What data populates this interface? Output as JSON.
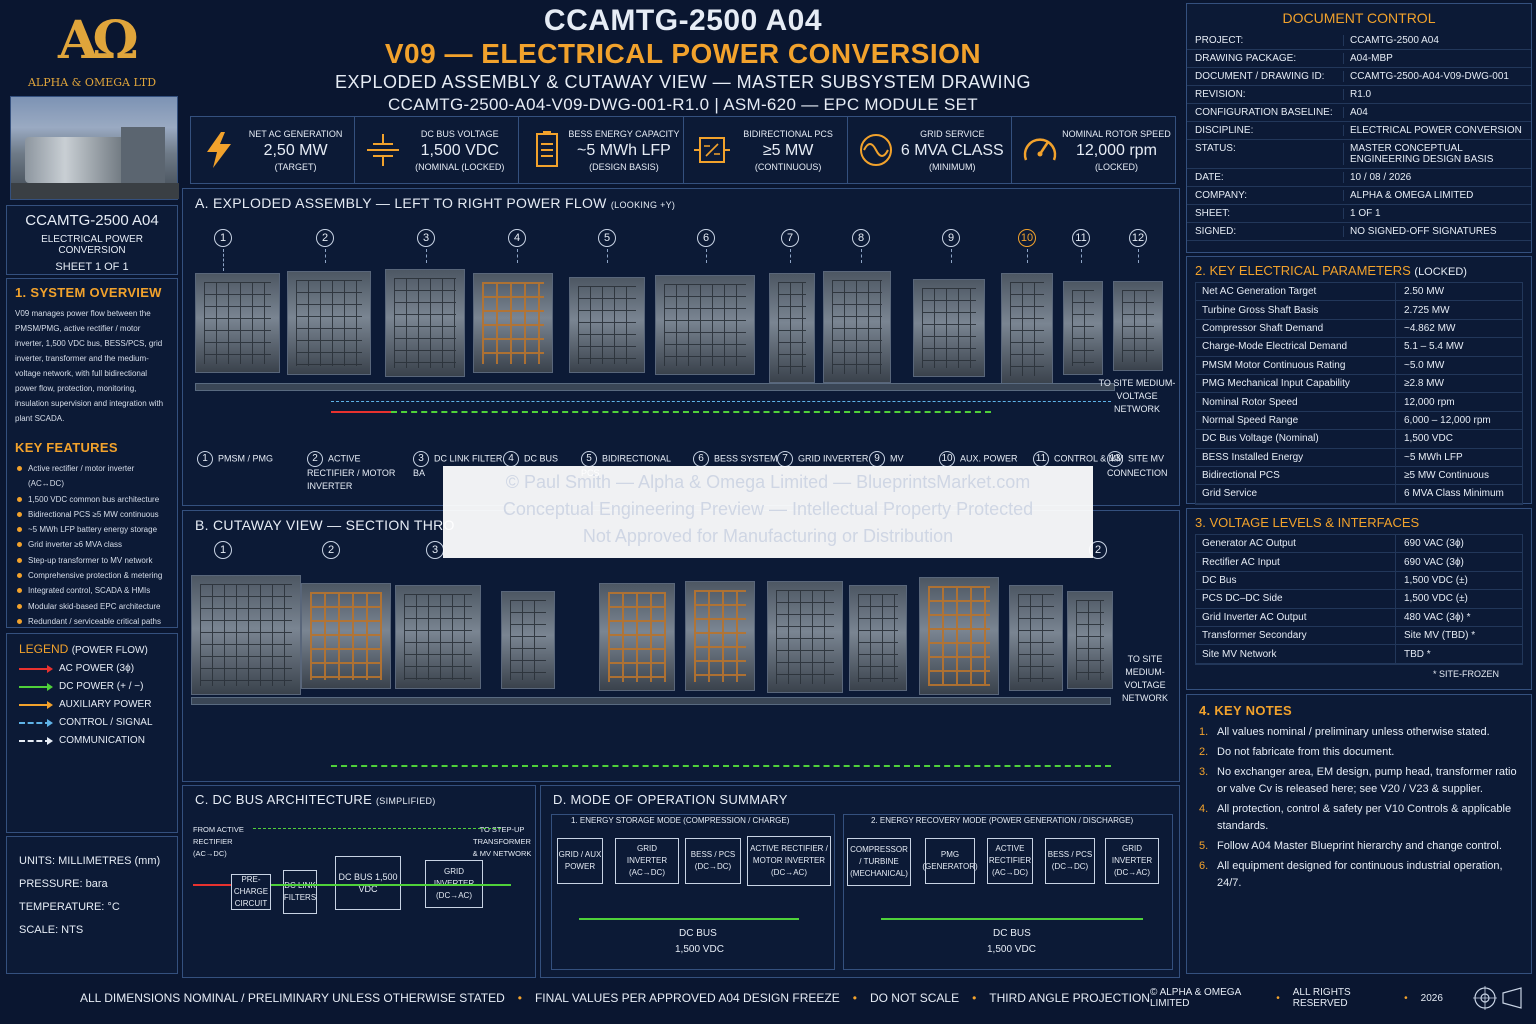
{
  "brand": {
    "logo_mark": "AΩ",
    "company": "ALPHA & OMEGA LTD",
    "model": "CCAMTG-2500 A04",
    "discipline": "ELECTRICAL POWER CONVERSION",
    "sheet": "SHEET 1 OF 1"
  },
  "header": {
    "title": "CCAMTG-2500 A04",
    "subtitle": "V09 — ELECTRICAL POWER CONVERSION",
    "line3": "EXPLODED ASSEMBLY & CUTAWAY VIEW — MASTER SUBSYSTEM DRAWING",
    "line4": "CCAMTG-2500-A04-V09-DWG-001-R1.0  |  ASM-620 — EPC MODULE SET"
  },
  "kpis": [
    {
      "label": "NET AC GENERATION",
      "value": "2,50 MW",
      "sub": "(TARGET)",
      "icon": "lightning-icon"
    },
    {
      "label": "DC BUS VOLTAGE",
      "value": "1,500 VDC",
      "sub": "(NOMINAL (LOCKED)",
      "icon": "dc-bus-icon"
    },
    {
      "label": "BESS ENERGY CAPACITY",
      "value": "~5 MWh LFP",
      "sub": "(DESIGN BASIS)",
      "icon": "battery-icon"
    },
    {
      "label": "BIDIRECTIONAL PCS",
      "value": "≥5 MW",
      "sub": "(CONTINUOUS)",
      "icon": "pcs-icon"
    },
    {
      "label": "GRID SERVICE",
      "value": "6 MVA CLASS",
      "sub": "(MINIMUM)",
      "icon": "sine-wave-icon"
    },
    {
      "label": "NOMINAL ROTOR SPEED",
      "value": "12,000 rpm",
      "sub": "(LOCKED)",
      "icon": "gauge-icon"
    }
  ],
  "overview": {
    "title": "1. SYSTEM OVERVIEW",
    "text": "V09 manages power flow between the PMSM/PMG, active rectifier / motor inverter, 1,500 VDC bus, BESS/PCS, grid inverter, transformer and the medium-voltage network, with full bidirectional power flow, protection, monitoring, insulation supervision and integration with plant SCADA.",
    "features_title": "KEY FEATURES",
    "features": [
      "Active rectifier / motor inverter (AC↔DC)",
      "1,500 VDC common bus architecture",
      "Bidirectional PCS ≥5 MW continuous",
      "~5 MWh LFP battery energy storage",
      "Grid inverter ≥6 MVA class",
      "Step-up transformer to MV network",
      "Comprehensive protection & metering",
      "Integrated control, SCADA & HMIs",
      "Modular skid-based EPC architecture",
      "Redundant / serviceable critical paths"
    ]
  },
  "legend": {
    "title": "LEGEND",
    "title_sub": "(POWER FLOW)",
    "items": [
      {
        "label": "AC POWER (3ϕ)",
        "color": "#e8322f",
        "style": "solid"
      },
      {
        "label": "DC POWER (+ / −)",
        "color": "#4fd13a",
        "style": "solid"
      },
      {
        "label": "AUXILIARY POWER",
        "color": "#f2a22c",
        "style": "solid"
      },
      {
        "label": "CONTROL / SIGNAL",
        "color": "#5fb3e8",
        "style": "dashed"
      },
      {
        "label": "COMMUNICATION",
        "color": "#e6ecf5",
        "style": "dashed"
      }
    ]
  },
  "units": {
    "units": "UNITS:  MILLIMETRES (mm)",
    "pressure": "PRESSURE:  bara",
    "temperature": "TEMPERATURE:  °C",
    "scale": "SCALE:  NTS"
  },
  "section_a": {
    "title": "A. EXPLODED ASSEMBLY — LEFT TO RIGHT POWER FLOW",
    "title_sub": "(LOOKING +Y)",
    "numbers": [
      "1",
      "2",
      "3",
      "4",
      "5",
      "6",
      "7",
      "8",
      "9",
      "10",
      "11",
      "12"
    ],
    "labels": [
      {
        "n": "1",
        "text": "PMSM / PMG"
      },
      {
        "n": "2",
        "text": "ACTIVE RECTIFIER / MOTOR INVERTER"
      },
      {
        "n": "3",
        "text": "DC LINK FILTER BA"
      },
      {
        "n": "4",
        "text": "DC BUS"
      },
      {
        "n": "5",
        "text": "BIDIRECTIONAL PCS"
      },
      {
        "n": "6",
        "text": "BESS SYSTEM"
      },
      {
        "n": "7",
        "text": "GRID INVERTER"
      },
      {
        "n": "9",
        "text": "MV"
      },
      {
        "n": "10",
        "text": "AUX. POWER"
      },
      {
        "n": "11",
        "text": "CONTROL & MM"
      },
      {
        "n": "13",
        "text": "SITE MV CONNECTION"
      }
    ],
    "site_label": "TO SITE MEDIUM-VOLTAGE NETWORK"
  },
  "section_b": {
    "title": "B. CUTAWAY VIEW — SECTION THRO",
    "numbers": [
      "1",
      "2",
      "3",
      "2"
    ],
    "site_label": "TO SITE MEDIUM-VOLTAGE NETWORK"
  },
  "section_c": {
    "title": "C. DC BUS ARCHITECTURE",
    "title_sub": "(SIMPLIFIED)",
    "from_label": "FROM ACTIVE RECTIFIER (AC→DC)",
    "to_label": "TO STEP-UP TRANSFORMER & MV NETWORK",
    "boxes": [
      "PRE-CHARGE CIRCUIT",
      "DC LINK FILTERS",
      "DC BUS 1,500 VDC",
      "GRID INVERTER (DC→AC)"
    ]
  },
  "section_d": {
    "title": "D. MODE OF OPERATION SUMMARY",
    "mode1": {
      "title": "1. ENERGY STORAGE MODE (COMPRESSION / CHARGE)",
      "boxes": [
        "GRID / AUX POWER",
        "GRID INVERTER (AC→DC)",
        "BESS / PCS (DC→DC)",
        "ACTIVE RECTIFIER / MOTOR INVERTER (DC→AC)"
      ],
      "bus": "DC BUS",
      "bus_v": "1,500 VDC"
    },
    "mode2": {
      "title": "2. ENERGY RECOVERY MODE (POWER GENERATION / DISCHARGE)",
      "boxes": [
        "COMPRESSOR / TURBINE (MECHANICAL)",
        "PMG (GENERATOR)",
        "ACTIVE RECTIFIER (AC→DC)",
        "BESS / PCS (DC→DC)",
        "GRID INVERTER (DC→AC)"
      ],
      "bus": "DC BUS",
      "bus_v": "1,500 VDC"
    }
  },
  "doc_control": {
    "title": "DOCUMENT CONTROL",
    "rows": [
      {
        "k": "PROJECT:",
        "v": "CCAMTG-2500 A04"
      },
      {
        "k": "DRAWING PACKAGE:",
        "v": "A04-MBP"
      },
      {
        "k": "DOCUMENT / DRAWING ID:",
        "v": "CCAMTG-2500-A04-V09-DWG-001"
      },
      {
        "k": "REVISION:",
        "v": "R1.0"
      },
      {
        "k": "CONFIGURATION BASELINE:",
        "v": "A04"
      },
      {
        "k": "DISCIPLINE:",
        "v": "ELECTRICAL POWER CONVERSION"
      },
      {
        "k": "STATUS:",
        "v": "MASTER CONCEPTUAL ENGINEERING DESIGN BASIS"
      },
      {
        "k": "DATE:",
        "v": "10 / 08 / 2026"
      },
      {
        "k": "COMPANY:",
        "v": "ALPHA & OMEGA LIMITED"
      },
      {
        "k": "SHEET:",
        "v": "1 OF 1"
      },
      {
        "k": "SIGNED:",
        "v": "NO SIGNED-OFF SIGNATURES"
      }
    ]
  },
  "params": {
    "title": "2. KEY ELECTRICAL PARAMETERS",
    "title_sub": "(LOCKED)",
    "rows": [
      {
        "k": "Net AC Generation Target",
        "v": "2.50 MW"
      },
      {
        "k": "Turbine Gross Shaft Basis",
        "v": "2.725 MW"
      },
      {
        "k": "Compressor Shaft Demand",
        "v": "~4.862 MW"
      },
      {
        "k": "Charge-Mode Electrical Demand",
        "v": "5.1 – 5.4 MW"
      },
      {
        "k": "PMSM Motor Continuous Rating",
        "v": "~5.0 MW"
      },
      {
        "k": "PMG Mechanical Input Capability",
        "v": "≥2.8 MW"
      },
      {
        "k": "Nominal Rotor Speed",
        "v": "12,000 rpm"
      },
      {
        "k": "Normal Speed Range",
        "v": "6,000 – 12,000 rpm"
      },
      {
        "k": "DC Bus Voltage (Nominal)",
        "v": "1,500 VDC"
      },
      {
        "k": "BESS Installed Energy",
        "v": "~5 MWh LFP"
      },
      {
        "k": "Bidirectional PCS",
        "v": "≥5 MW Continuous"
      },
      {
        "k": "Grid Service",
        "v": "6 MVA Class Minimum"
      }
    ]
  },
  "volts": {
    "title": "3. VOLTAGE LEVELS & INTERFACES",
    "rows": [
      {
        "k": "Generator AC Output",
        "v": "690 VAC (3ϕ)"
      },
      {
        "k": "Rectifier AC Input",
        "v": "690 VAC (3ϕ)"
      },
      {
        "k": "DC Bus",
        "v": "1,500 VDC (±)"
      },
      {
        "k": "PCS DC–DC Side",
        "v": "1,500 VDC (±)"
      },
      {
        "k": "Grid Inverter AC Output",
        "v": "480 VAC (3ϕ) *"
      },
      {
        "k": "Transformer Secondary",
        "v": "Site MV (TBD) *"
      },
      {
        "k": "Site MV Network",
        "v": "TBD *"
      }
    ],
    "footnote": "* SITE-FROZEN"
  },
  "notes": {
    "title": "4. KEY NOTES",
    "items": [
      {
        "n": "1.",
        "text": "All values nominal / preliminary unless otherwise stated."
      },
      {
        "n": "2.",
        "text": "Do not fabricate from this document."
      },
      {
        "n": "3.",
        "text": "No exchanger area, EM design, pump head, transformer ratio or valve Cv is released here; see V20 / V23 & supplier."
      },
      {
        "n": "4.",
        "text": "All protection, control & safety per V10 Controls & applicable standards."
      },
      {
        "n": "5.",
        "text": "Follow A04 Master Blueprint hierarchy and change control."
      },
      {
        "n": "6.",
        "text": "All equipment designed for continuous industrial operation, 24/7."
      }
    ]
  },
  "footer": {
    "items": [
      "ALL DIMENSIONS NOMINAL / PRELIMINARY UNLESS OTHERWISE STATED",
      "FINAL VALUES PER APPROVED A04 DESIGN FREEZE",
      "DO NOT SCALE",
      "THIRD ANGLE PROJECTION"
    ],
    "copyright": "© ALPHA & OMEGA LIMITED",
    "rights": "ALL RIGHTS RESERVED",
    "year": "2026"
  },
  "watermark": {
    "line1": "© Paul Smith — Alpha & Omega Limited — BlueprintsMarket.com",
    "line2": "Conceptual Engineering Preview — Intellectual Property Protected",
    "line3": "Not Approved for Manufacturing or Distribution"
  },
  "colors": {
    "accent": "#f2a22c",
    "background": "#0a1630",
    "panel_border": "#34507e",
    "ac": "#e8322f",
    "dc": "#4fd13a"
  }
}
